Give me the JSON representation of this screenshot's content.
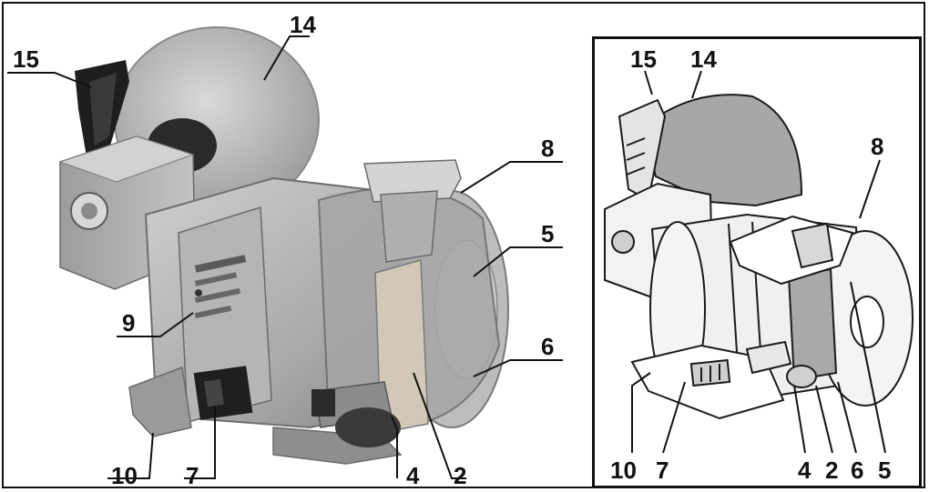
{
  "left_figure": {
    "labels": {
      "l15": "15",
      "l14": "14",
      "l8": "8",
      "l5": "5",
      "l6": "6",
      "l9": "9",
      "l10": "10",
      "l7": "7",
      "l4": "4",
      "l2": "2"
    }
  },
  "right_figure": {
    "labels": {
      "l15": "15",
      "l14": "14",
      "l8": "8",
      "l10": "10",
      "l7": "7",
      "l4": "4",
      "l2": "2",
      "l6": "6",
      "l5": "5"
    }
  }
}
